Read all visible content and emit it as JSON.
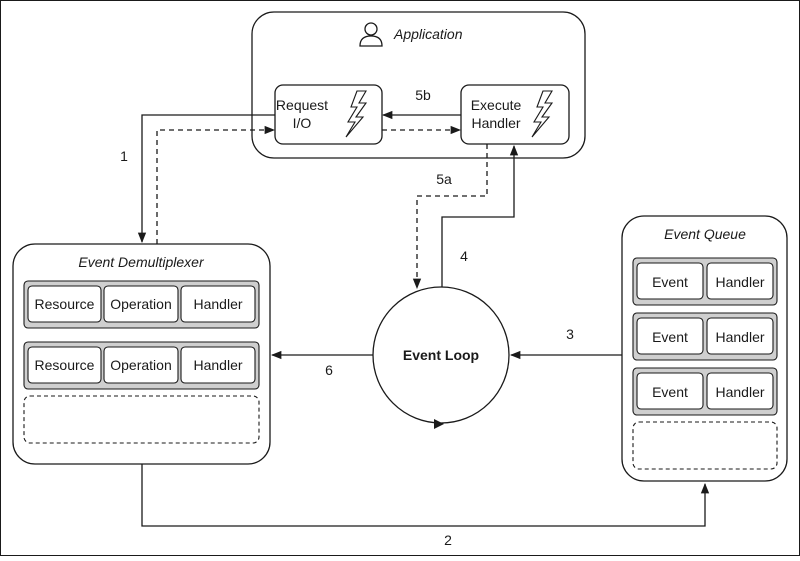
{
  "application": {
    "title": "Application",
    "icon": "user-icon"
  },
  "request_io": {
    "line1": "Request",
    "line2": "I/O",
    "icon": "lightning-icon"
  },
  "execute_handler": {
    "line1": "Execute",
    "line2": "Handler",
    "icon": "lightning-icon"
  },
  "demultiplexer": {
    "title": "Event Demultiplexer",
    "rows": [
      [
        "Resource",
        "Operation",
        "Handler"
      ],
      [
        "Resource",
        "Operation",
        "Handler"
      ]
    ]
  },
  "event_queue": {
    "title": "Event Queue",
    "rows": [
      [
        "Event",
        "Handler"
      ],
      [
        "Event",
        "Handler"
      ],
      [
        "Event",
        "Handler"
      ]
    ]
  },
  "event_loop": {
    "label": "Event Loop"
  },
  "edges": {
    "e1": "1",
    "e2": "2",
    "e3": "3",
    "e4": "4",
    "e5a": "5a",
    "e5b": "5b",
    "e6": "6"
  },
  "colors": {
    "stroke": "#1a1a1a",
    "row_fill": "#cfcfcf",
    "cell_fill": "#ffffff"
  }
}
